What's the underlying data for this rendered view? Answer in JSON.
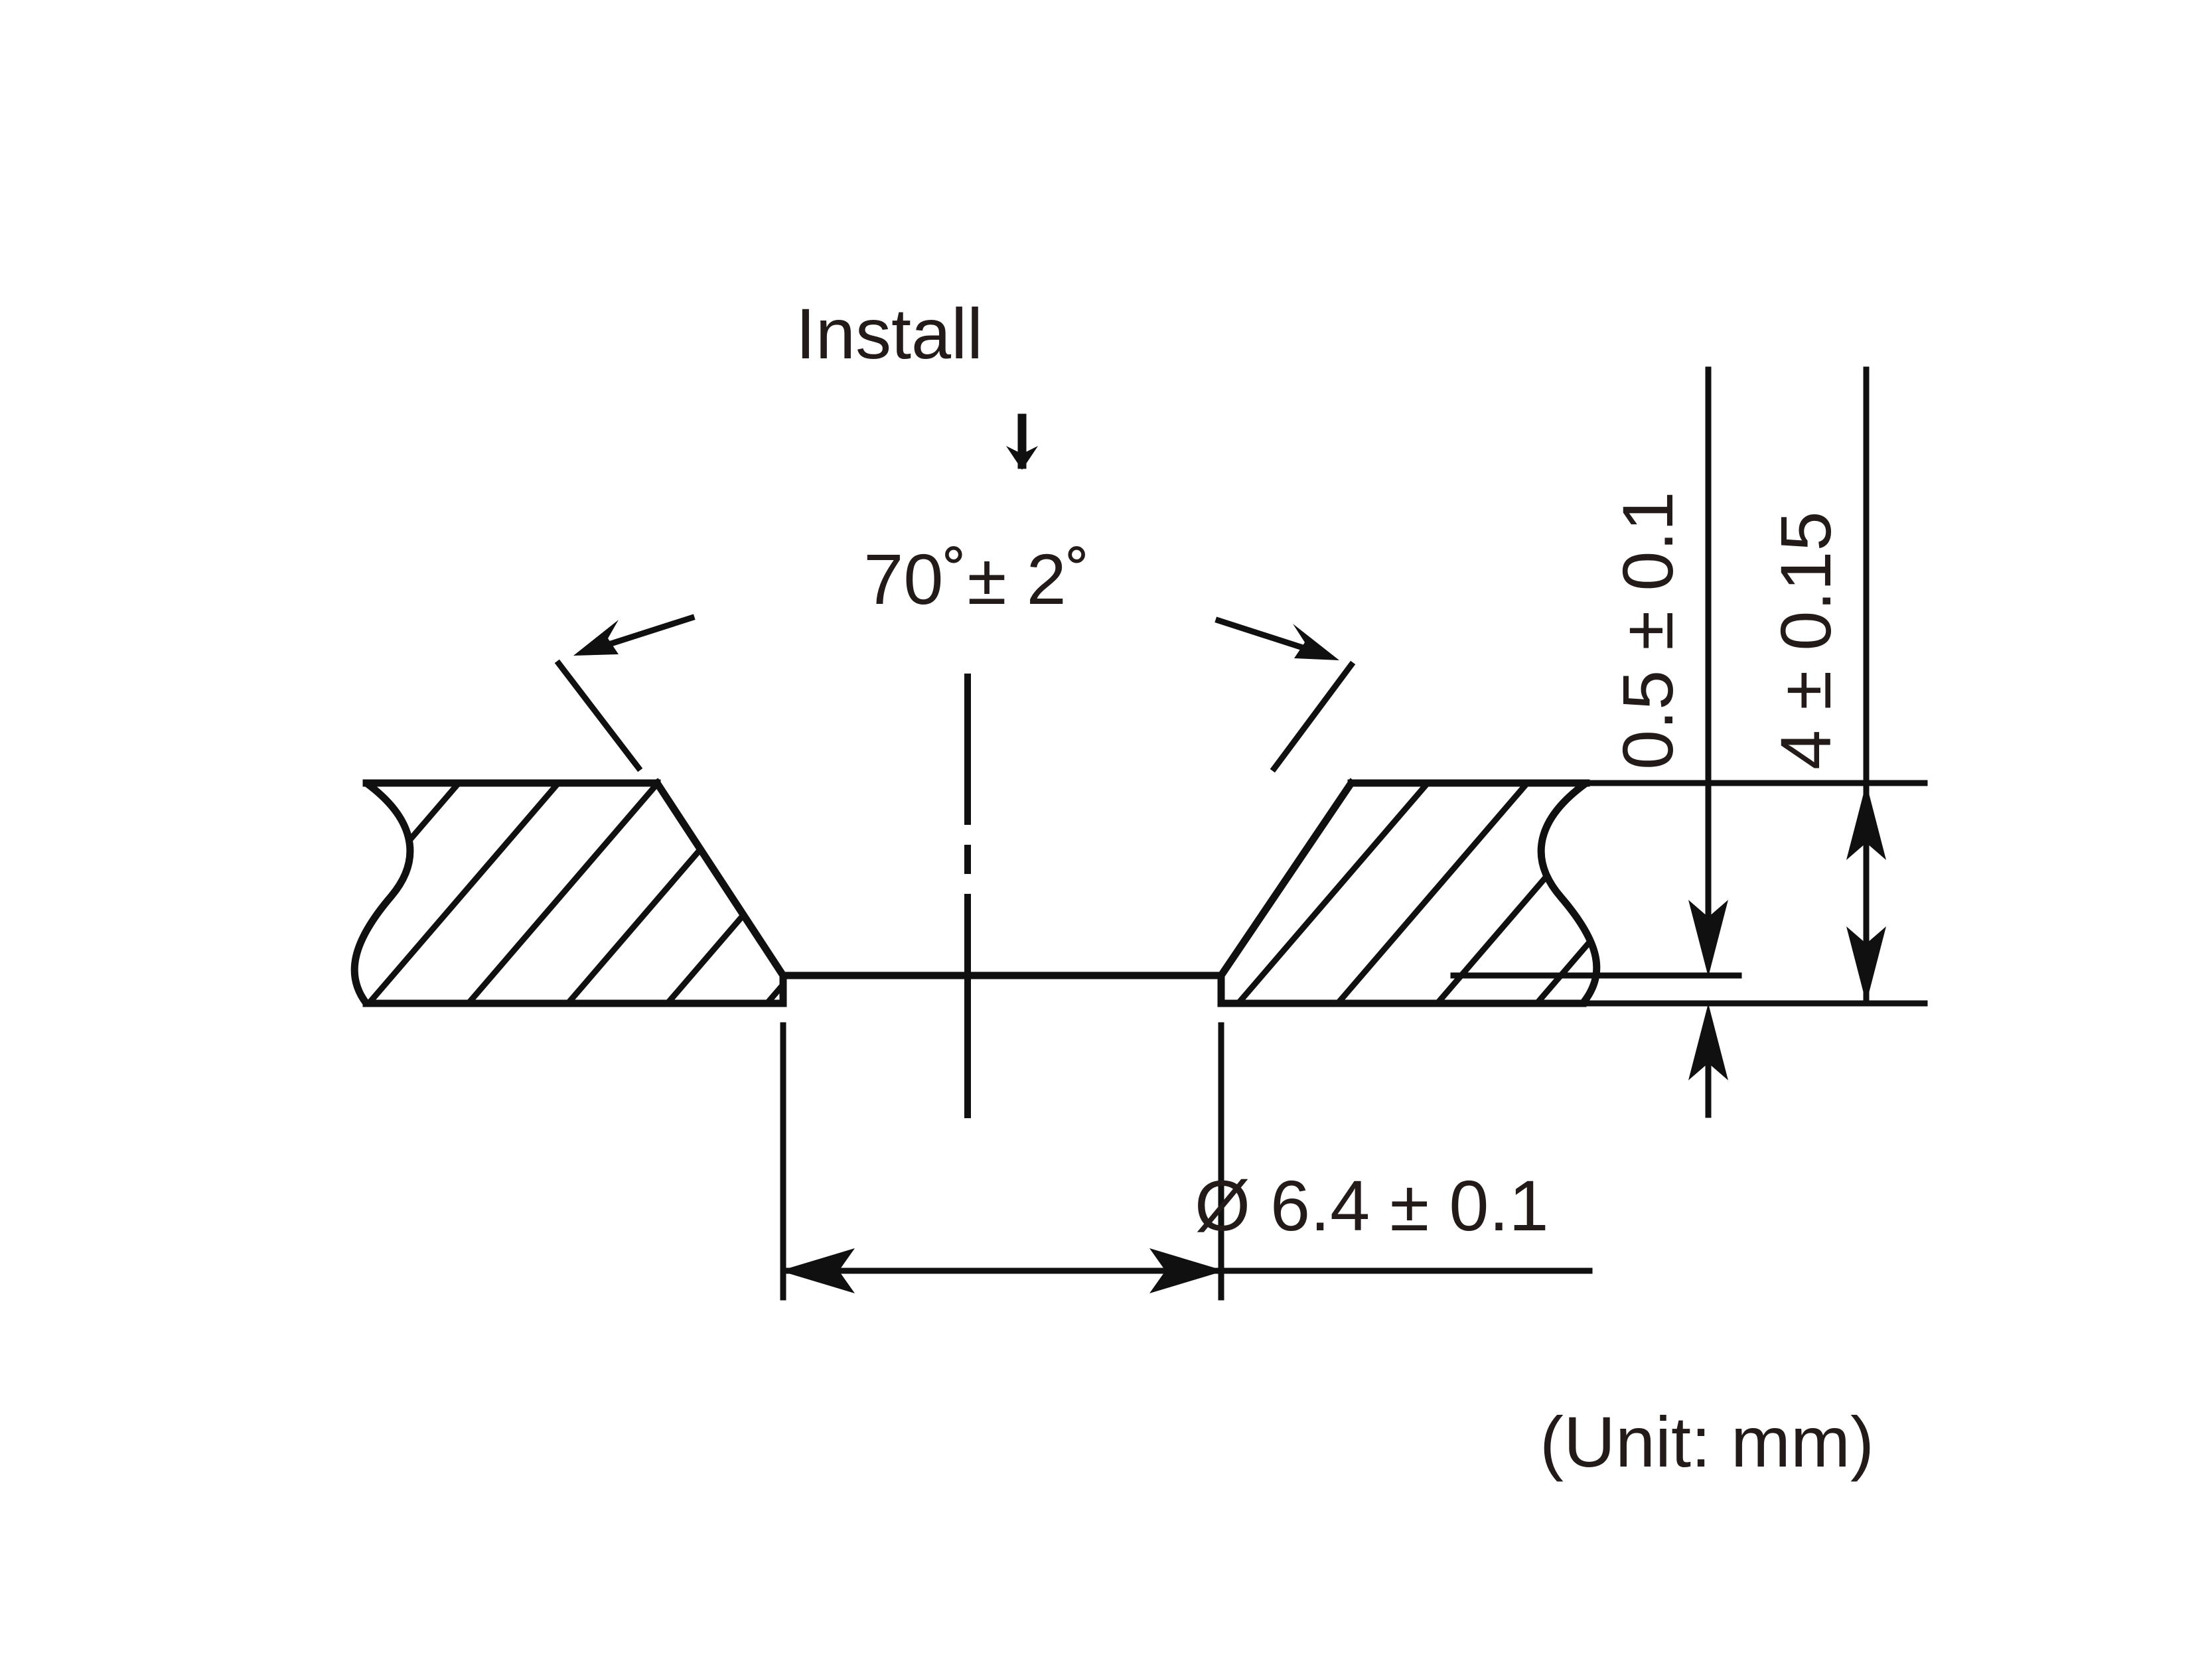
{
  "drawing": {
    "title_note": "Install",
    "install_arrow_icon": "down-arrow-icon",
    "unit_note": "(Unit: mm)",
    "ink_color": "#231b1a",
    "background_color": "#ffffff"
  },
  "dimensions": {
    "angle": {
      "label": "70˚± 2˚",
      "name": "countersink-angle",
      "value": 70,
      "tolerance": 2,
      "unit": "degree"
    },
    "diameter": {
      "label": "Ø 6.4 ± 0.1",
      "name": "hole-diameter",
      "value": 6.4,
      "tolerance": 0.1,
      "unit": "mm"
    },
    "plate_thickness": {
      "label": "4 ± 0.15",
      "name": "plate-thickness",
      "value": 4,
      "tolerance": 0.15,
      "unit": "mm"
    },
    "land_thickness": {
      "label": "0.5 ± 0.1",
      "name": "land-thickness",
      "value": 0.5,
      "tolerance": 0.1,
      "unit": "mm"
    }
  },
  "chart_data": {
    "type": "table",
    "title": "Countersunk hole cross-section",
    "categories": [
      "Install",
      "70˚± 2˚",
      "Ø 6.4 ± 0.1",
      "0.5 ± 0.1",
      "4 ± 0.15",
      "(Unit: mm)"
    ],
    "values": [
      null,
      70,
      6.4,
      0.5,
      4,
      null
    ]
  }
}
